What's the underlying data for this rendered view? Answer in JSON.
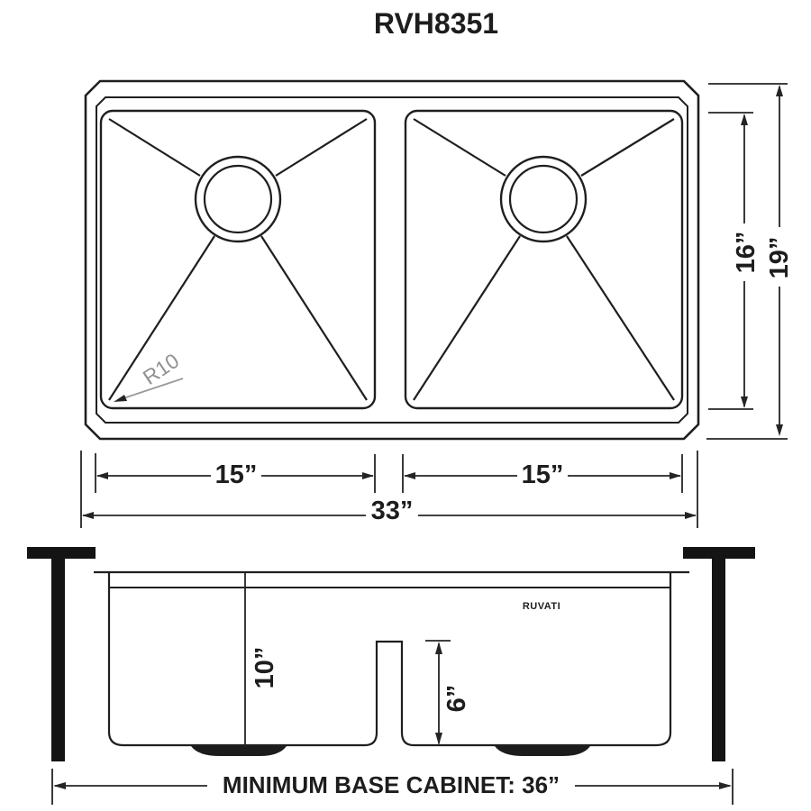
{
  "title": "RVH8351",
  "top_view": {
    "corner_radius_label": "R10",
    "left_bowl_width": "15”",
    "right_bowl_width": "15”",
    "overall_width": "33”",
    "bowl_front_to_back": "16”",
    "overall_front_to_back": "19”"
  },
  "side_view": {
    "brand_logo": "RUVATI",
    "bowl_depth": "10”",
    "divider_height": "6”",
    "cabinet_note": "MINIMUM BASE CABINET: 36”"
  },
  "colors": {
    "line": "#1f1f1f",
    "dimension": "#242424",
    "radius_label": "#919191"
  }
}
